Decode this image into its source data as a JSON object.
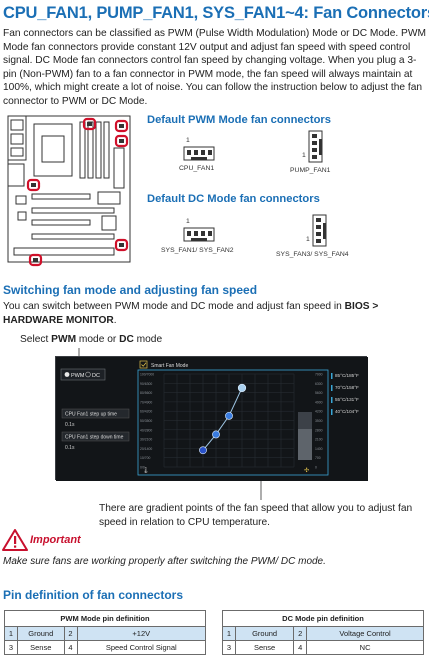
{
  "title": "CPU_FAN1, PUMP_FAN1, SYS_FAN1~4: Fan Connectors",
  "intro": "Fan connectors can be classified as PWM (Pulse Width Modulation) Mode or DC Mode. PWM Mode fan connectors provide constant 12V output and adjust fan speed with speed control signal. DC Mode fan connectors control fan speed by changing voltage. When you plug a 3-pin (Non-PWM) fan to a fan connector in PWM mode, the fan speed will always maintain at 100%, which might create a lot of noise. You can follow the instruction below to adjust the fan connector to PWM or DC Mode.",
  "pwm_heading": "Default PWM Mode fan connectors",
  "dc_heading": "Default DC Mode fan connectors",
  "pin_one": "1",
  "connectors": {
    "cpu_fan": "CPU_FAN1",
    "pump_fan": "PUMP_FAN1",
    "sys_fan12": "SYS_FAN1/ SYS_FAN2",
    "sys_fan34": "SYS_FAN3/ SYS_FAN4"
  },
  "switch_heading": "Switching fan mode and adjusting fan speed",
  "switch_text_1": "You can switch between PWM mode and DC mode and adjust fan speed in ",
  "switch_text_bold1": "BIOS > HARDWARE MONITOR",
  "switch_text_2": ".",
  "select_caption_1": "Select ",
  "select_caption_pwm": "PWM",
  "select_caption_2": " mode or ",
  "select_caption_dc": "DC",
  "select_caption_3": " mode",
  "screen": {
    "pwm_label": "PWM",
    "dc_label": "DC",
    "smart_fan_label": "Smart Fan Mode",
    "step_up_label": "CPU Fan1 step up time",
    "step_up_value": "0.1s",
    "step_down_label": "CPU Fan1 step down time",
    "step_down_value": "0.1s",
    "left_ticks": [
      "100/7000",
      "90/6300",
      "80/5600",
      "70/4900",
      "60/4200",
      "50/3500",
      "40/2800",
      "30/2100",
      "20/1400",
      "10/700",
      "0/0"
    ],
    "right_ticks": [
      "7000",
      "6300",
      "5600",
      "4900",
      "4200",
      "3500",
      "2800",
      "2100",
      "1400",
      "700",
      "0"
    ],
    "temps": [
      "85°C/185°F",
      "70°C/158°F",
      "55°C/131°F",
      "40°C/104°F"
    ],
    "gradient_points": [
      {
        "temp_pct": 30,
        "speed_pct": 18
      },
      {
        "temp_pct": 40,
        "speed_pct": 35
      },
      {
        "temp_pct": 50,
        "speed_pct": 55
      },
      {
        "temp_pct": 60,
        "speed_pct": 85
      }
    ]
  },
  "gradient_note": "There are gradient points of the fan speed that allow you to adjust fan speed in relation to CPU temperature.",
  "important_label": "Important",
  "important_text": "Make sure fans are working properly after switching the PWM/ DC mode.",
  "pin_heading": "Pin definition of fan connectors",
  "pwm_table": {
    "title": "PWM Mode pin definition",
    "rows": [
      [
        "1",
        "Ground",
        "2",
        "+12V"
      ],
      [
        "3",
        "Sense",
        "4",
        "Speed Control Signal"
      ]
    ]
  },
  "dc_table": {
    "title": "DC Mode pin definition",
    "rows": [
      [
        "1",
        "Ground",
        "2",
        "Voltage Control"
      ],
      [
        "3",
        "Sense",
        "4",
        "NC"
      ]
    ]
  },
  "colors": {
    "heading": "#1b6fb5",
    "important": "#c8102e",
    "marker": "#d0102a",
    "table_fill": "#cfe3f3"
  }
}
